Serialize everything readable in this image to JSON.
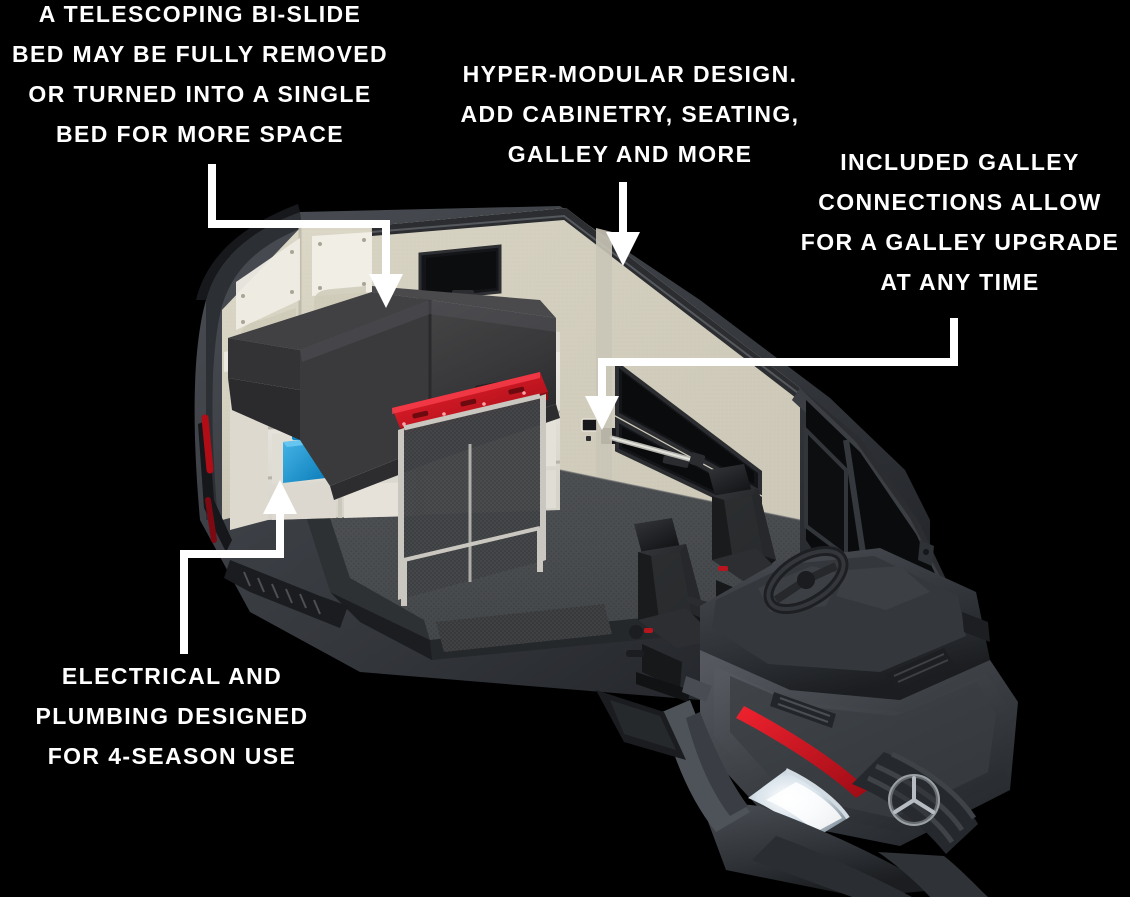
{
  "scene": {
    "title": "Cutaway view of a Mercedes-Benz Sprinter camper van conversion interior",
    "background_color": "#000000",
    "callout_color": "#ffffff"
  },
  "callouts": [
    {
      "id": "bed",
      "name": "callout-telescoping-bed",
      "text": "A TELESCOPING BI-SLIDE\nBED MAY BE FULLY REMOVED\nOR TURNED INTO A SINGLE\nBED FOR MORE SPACE",
      "align": "center",
      "leader": "down-right-down"
    },
    {
      "id": "modular",
      "name": "callout-hyper-modular",
      "text": "HYPER-MODULAR DESIGN.\nADD CABINETRY, SEATING,\nGALLEY AND MORE",
      "align": "center",
      "leader": "down"
    },
    {
      "id": "galley",
      "name": "callout-galley-connections",
      "text": "INCLUDED GALLEY\nCONNECTIONS ALLOW\nFOR A GALLEY UPGRADE\nAT ANY TIME",
      "align": "center",
      "leader": "down-left-down"
    },
    {
      "id": "electric",
      "name": "callout-electrical-plumbing",
      "text": "ELECTRICAL AND\nPLUMBING DESIGNED\nFOR 4-SEASON USE",
      "align": "center",
      "leader": "up-right-up"
    }
  ],
  "van": {
    "make_model": "Mercedes-Benz Sprinter",
    "view": "three-quarter cutaway from rear driver side",
    "colors": {
      "body": "#3a3d42",
      "body_dark": "#1f2226",
      "wall_fabric": "#d9d5c6",
      "wall_fabric_shade": "#c4bfae",
      "floor": "#4a4d50",
      "floor_dark": "#3b3e41",
      "mattress": "#3a3a3a",
      "cabinet_white": "#eceae4",
      "accent_red": "#d9121f",
      "water_jug_blue": "#1f9cd9",
      "seat_black": "#222426",
      "glass_black": "#0b0c0d",
      "trim_silver": "#b9b9b4",
      "headlight": "#e8eef2"
    },
    "components": [
      {
        "name": "rear-doors",
        "label": "Rear barn doors"
      },
      {
        "name": "bed-platform",
        "label": "Telescoping bi-slide bed"
      },
      {
        "name": "mattress-left",
        "label": "Bed cushion left"
      },
      {
        "name": "mattress-right",
        "label": "Bed cushion right"
      },
      {
        "name": "red-rail",
        "label": "Red slide rail"
      },
      {
        "name": "galley-cabinet",
        "label": "Lower galley cabinetry"
      },
      {
        "name": "water-jug-lower",
        "label": "Blue water jug (lower shelf)"
      },
      {
        "name": "water-jug-upper",
        "label": "Blue water jug (upper shelf)"
      },
      {
        "name": "wall-panel",
        "label": "Insulated fabric wall panel"
      },
      {
        "name": "side-window-rear",
        "label": "Rear side window"
      },
      {
        "name": "side-window-front",
        "label": "Sliding door window"
      },
      {
        "name": "galley-connection-port",
        "label": "Galley connection port"
      },
      {
        "name": "driver-seat",
        "label": "Driver seat"
      },
      {
        "name": "passenger-seat",
        "label": "Passenger swivel seat"
      },
      {
        "name": "steering-wheel",
        "label": "Steering wheel"
      },
      {
        "name": "dashboard",
        "label": "Dashboard"
      },
      {
        "name": "hood",
        "label": "Hood"
      },
      {
        "name": "grille",
        "label": "Front grille"
      },
      {
        "name": "mercedes-star-emblem",
        "label": "Mercedes-Benz star emblem"
      },
      {
        "name": "headlight",
        "label": "Headlight"
      },
      {
        "name": "front-bumper",
        "label": "Front bumper"
      },
      {
        "name": "floor-deck",
        "label": "Cargo floor deck"
      },
      {
        "name": "rear-step",
        "label": "Rear step sill"
      }
    ]
  }
}
